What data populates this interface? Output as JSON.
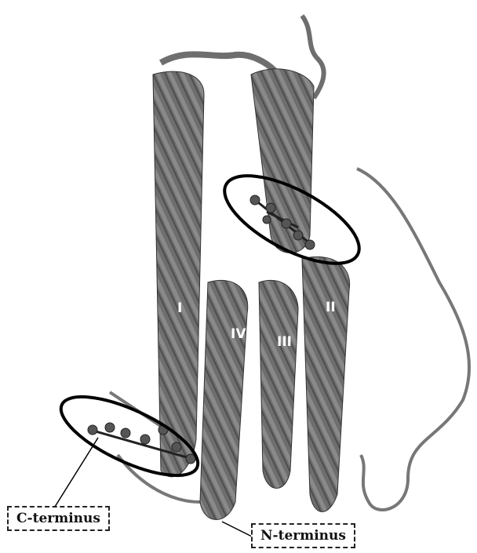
{
  "figure": {
    "helix_labels": [
      "I",
      "II",
      "III",
      "IV"
    ],
    "terminus_labels": {
      "c_terminus": "C-terminus",
      "n_terminus": "N-terminus"
    }
  },
  "colors": {
    "ribbon": "#6e6e6e",
    "ribbon_light": "#9a9a9a",
    "ribbon_dark": "#4a4a4a",
    "outline": "#000000",
    "label_text": "#ffffff"
  }
}
